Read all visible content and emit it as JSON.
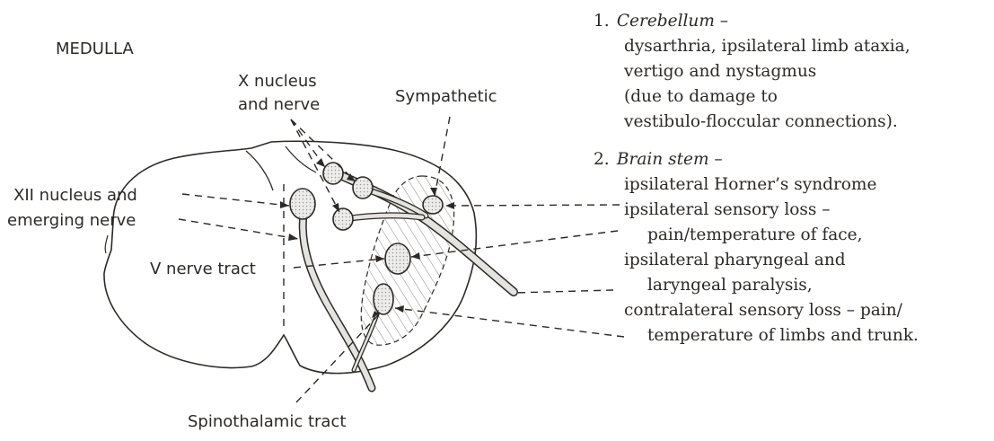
{
  "labels": {
    "medulla": "MEDULLA",
    "x_nucleus_line1": "X nucleus",
    "x_nucleus_line2": "and nerve",
    "sympathetic": "Sympathetic",
    "xii_line1": "XII nucleus and",
    "xii_line2": "emerging nerve",
    "v_tract": "V nerve tract",
    "spinothalamic": "Spinothalamic tract"
  },
  "notes": {
    "cerebellum": {
      "number": "1.",
      "heading": "Cerebellum",
      "dash": " –",
      "lines": [
        "dysarthria, ipsilateral limb ataxia,",
        "vertigo and nystagmus",
        "(due to damage to",
        "vestibulo-floccular connections)."
      ]
    },
    "brainstem": {
      "number": "2.",
      "heading": "Brain stem",
      "dash": " –",
      "horner": "ipsilateral Horner’s syndrome",
      "sensory_loss": "ipsilateral sensory loss –",
      "sensory_loss_detail": "pain/temperature of face,",
      "pharyngeal": "ipsilateral pharyngeal and",
      "pharyngeal_detail": "laryngeal paralysis,",
      "contra": "contralateral sensory loss – pain/",
      "contra_detail": "temperature of limbs and trunk."
    }
  },
  "colors": {
    "ink": "#2d2926",
    "stipple": "#dcdcd8",
    "hatch": "#8a8784"
  }
}
